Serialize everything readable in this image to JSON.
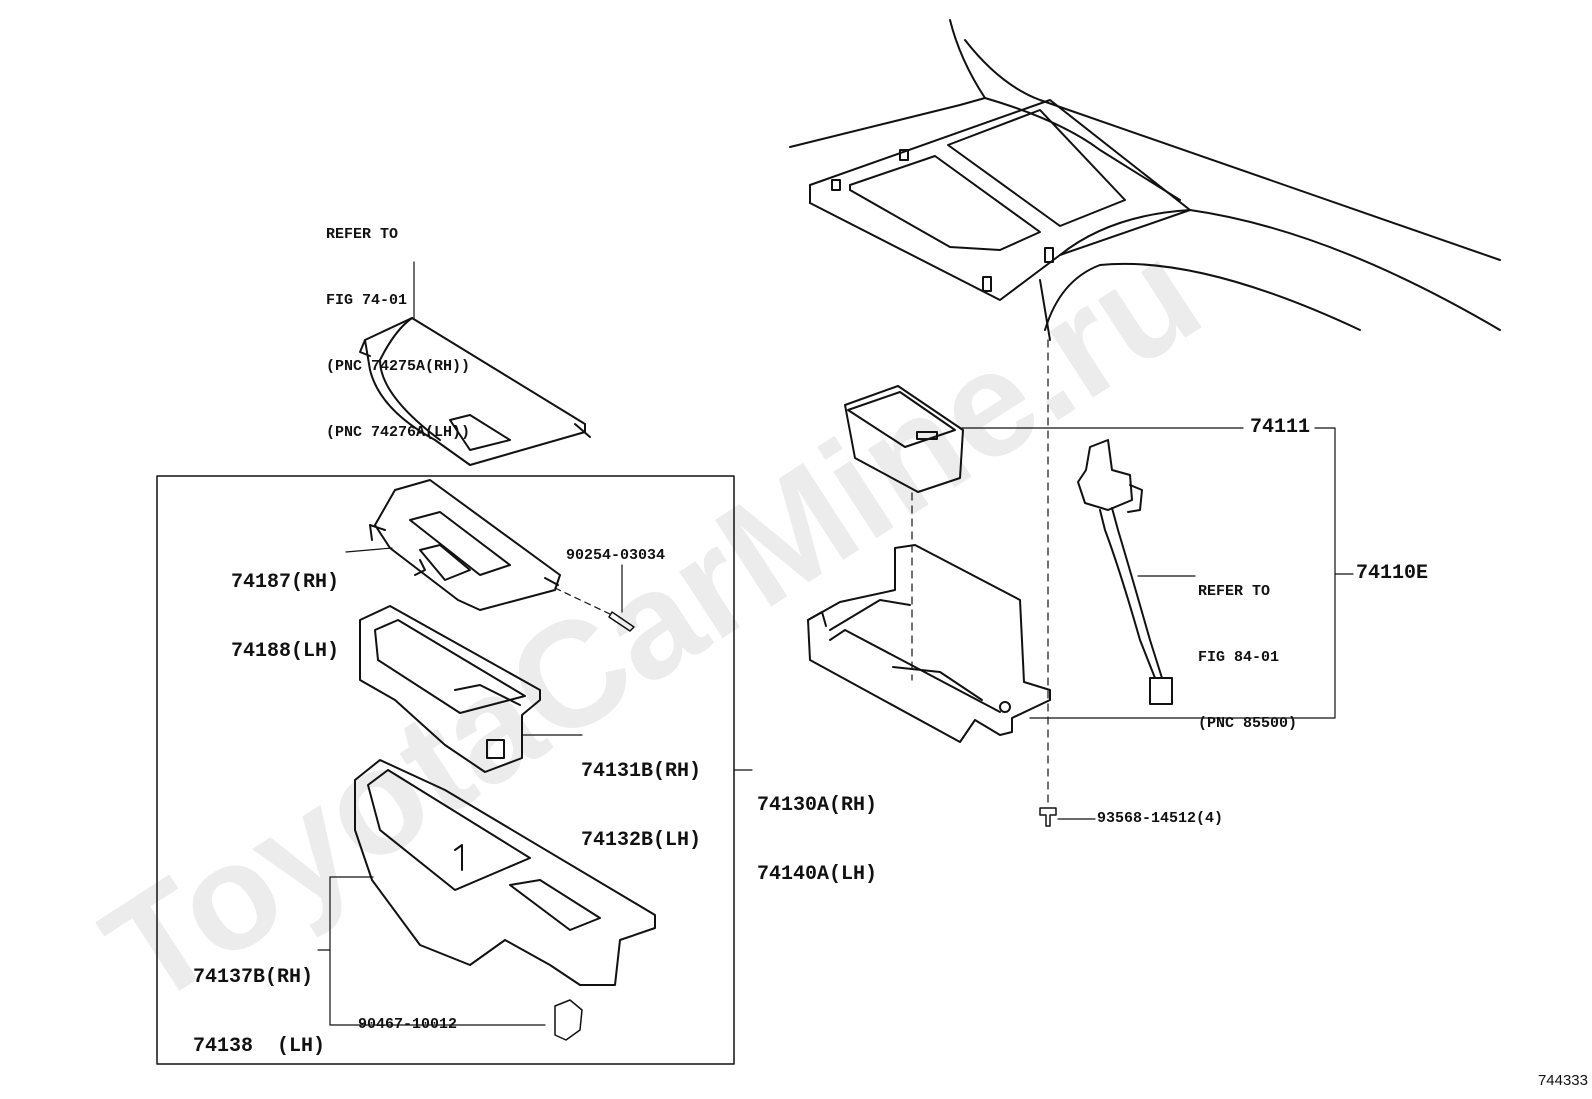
{
  "watermark": "ToyotaCarMine.ru",
  "figure_number": "744333",
  "refer_top": {
    "line1": "REFER TO",
    "line2": "FIG 74-01",
    "line3": "(PNC 74275A(RH))",
    "line4": "(PNC 74276A(LH))"
  },
  "refer_right": {
    "line1": "REFER TO",
    "line2": "FIG 84-01",
    "line3": "(PNC 85500)"
  },
  "parts": {
    "p74187": "74187(RH)",
    "p74188": "74188(LH)",
    "p90254": "90254-03034",
    "p74131": "74131B(RH)",
    "p74132": "74132B(LH)",
    "p74130": "74130A(RH)",
    "p74140": "74140A(LH)",
    "p74137": "74137B(RH)",
    "p74138": "74138  (LH)",
    "p90467": "90467-10012",
    "p74111": "74111",
    "p74110": "74110E",
    "p93568": "93568-14512(4)"
  },
  "colors": {
    "line": "#111111",
    "watermark": "#e6e6e6"
  }
}
